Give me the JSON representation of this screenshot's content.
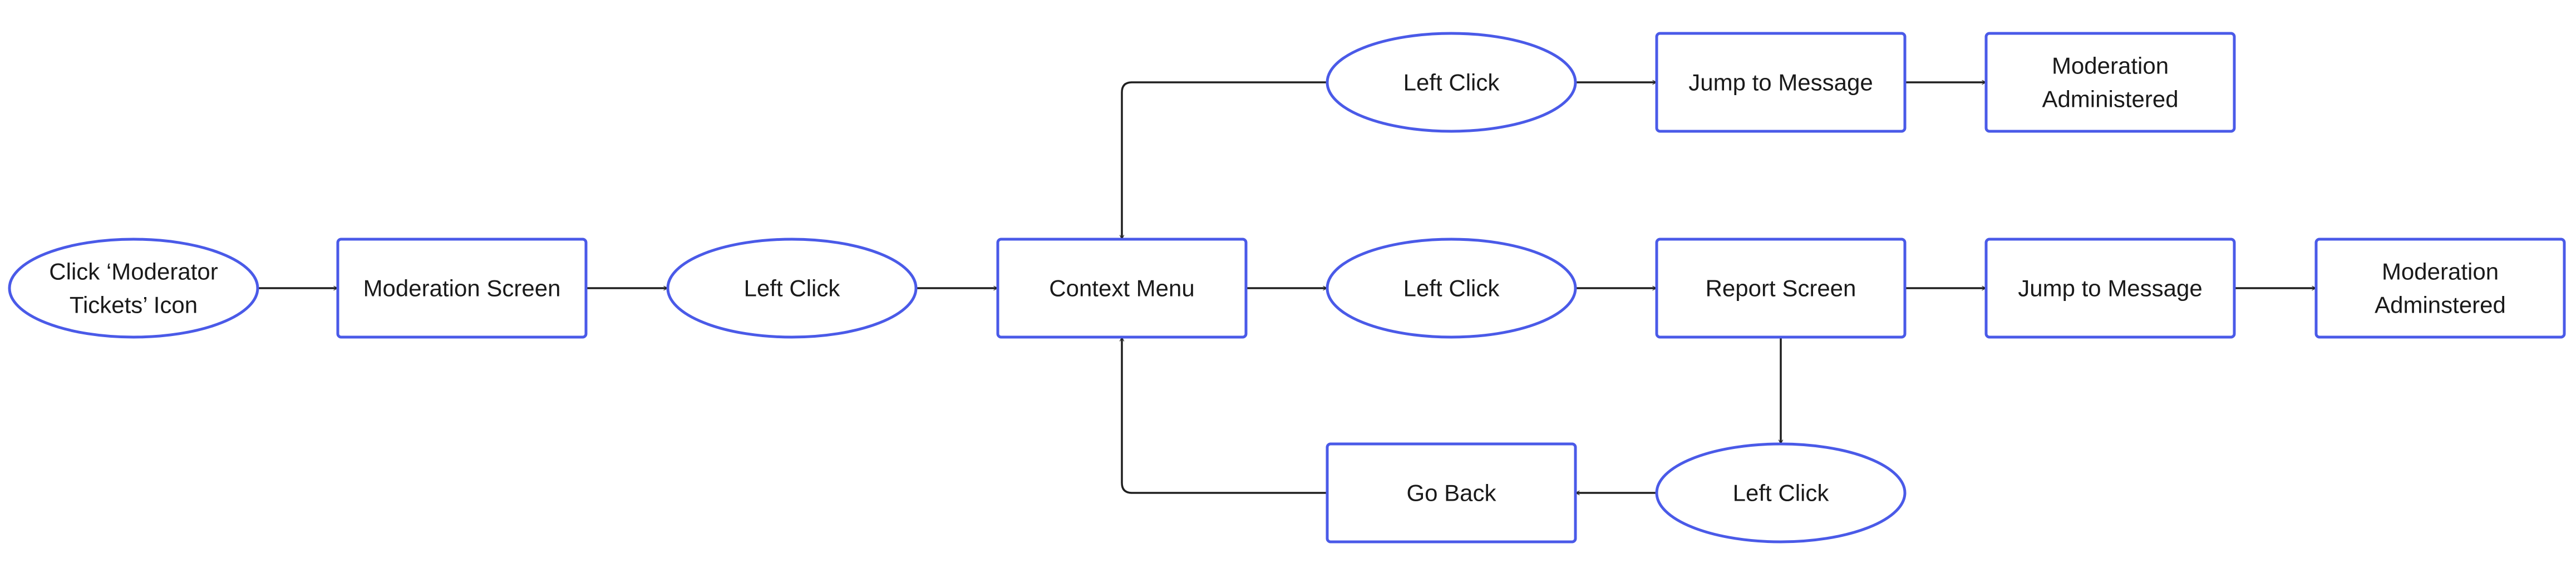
{
  "diagram": {
    "colors": {
      "node_border": "#4a5ae8",
      "edge": "#1f1f1f",
      "text": "#1a1a1a",
      "background": "#ffffff"
    },
    "nodes": [
      {
        "id": "start",
        "kind": "action-ellipse",
        "lines": [
          "Click ‘Moderator",
          "Tickets’ Icon"
        ]
      },
      {
        "id": "moderation-screen",
        "kind": "screen-box",
        "lines": [
          "Moderation Screen"
        ]
      },
      {
        "id": "left-click-1",
        "kind": "action-ellipse",
        "lines": [
          "Left Click"
        ]
      },
      {
        "id": "context-menu",
        "kind": "screen-box",
        "lines": [
          "Context Menu"
        ]
      },
      {
        "id": "left-click-top",
        "kind": "action-ellipse",
        "lines": [
          "Left Click"
        ]
      },
      {
        "id": "jump-top",
        "kind": "screen-box",
        "lines": [
          "Jump to Message"
        ]
      },
      {
        "id": "administered-top",
        "kind": "screen-box",
        "lines": [
          "Moderation",
          "Administered"
        ]
      },
      {
        "id": "left-click-mid",
        "kind": "action-ellipse",
        "lines": [
          "Left Click"
        ]
      },
      {
        "id": "report-screen",
        "kind": "screen-box",
        "lines": [
          "Report Screen"
        ]
      },
      {
        "id": "jump-mid",
        "kind": "screen-box",
        "lines": [
          "Jump to Message"
        ]
      },
      {
        "id": "adminstered-mid",
        "kind": "screen-box",
        "lines": [
          "Moderation",
          "Adminstered"
        ]
      },
      {
        "id": "left-click-bottom",
        "kind": "action-ellipse",
        "lines": [
          "Left Click"
        ]
      },
      {
        "id": "go-back",
        "kind": "screen-box",
        "lines": [
          "Go Back"
        ]
      }
    ],
    "edges": [
      {
        "from": "start",
        "to": "moderation-screen"
      },
      {
        "from": "moderation-screen",
        "to": "left-click-1"
      },
      {
        "from": "left-click-1",
        "to": "context-menu"
      },
      {
        "from": "context-menu",
        "to": "left-click-mid"
      },
      {
        "from": "left-click-mid",
        "to": "report-screen"
      },
      {
        "from": "report-screen",
        "to": "jump-mid"
      },
      {
        "from": "jump-mid",
        "to": "adminstered-mid"
      },
      {
        "from": "left-click-top",
        "to": "context-menu"
      },
      {
        "from": "left-click-top",
        "to": "jump-top"
      },
      {
        "from": "jump-top",
        "to": "administered-top"
      },
      {
        "from": "report-screen",
        "to": "left-click-bottom"
      },
      {
        "from": "left-click-bottom",
        "to": "go-back"
      },
      {
        "from": "go-back",
        "to": "context-menu"
      }
    ]
  }
}
